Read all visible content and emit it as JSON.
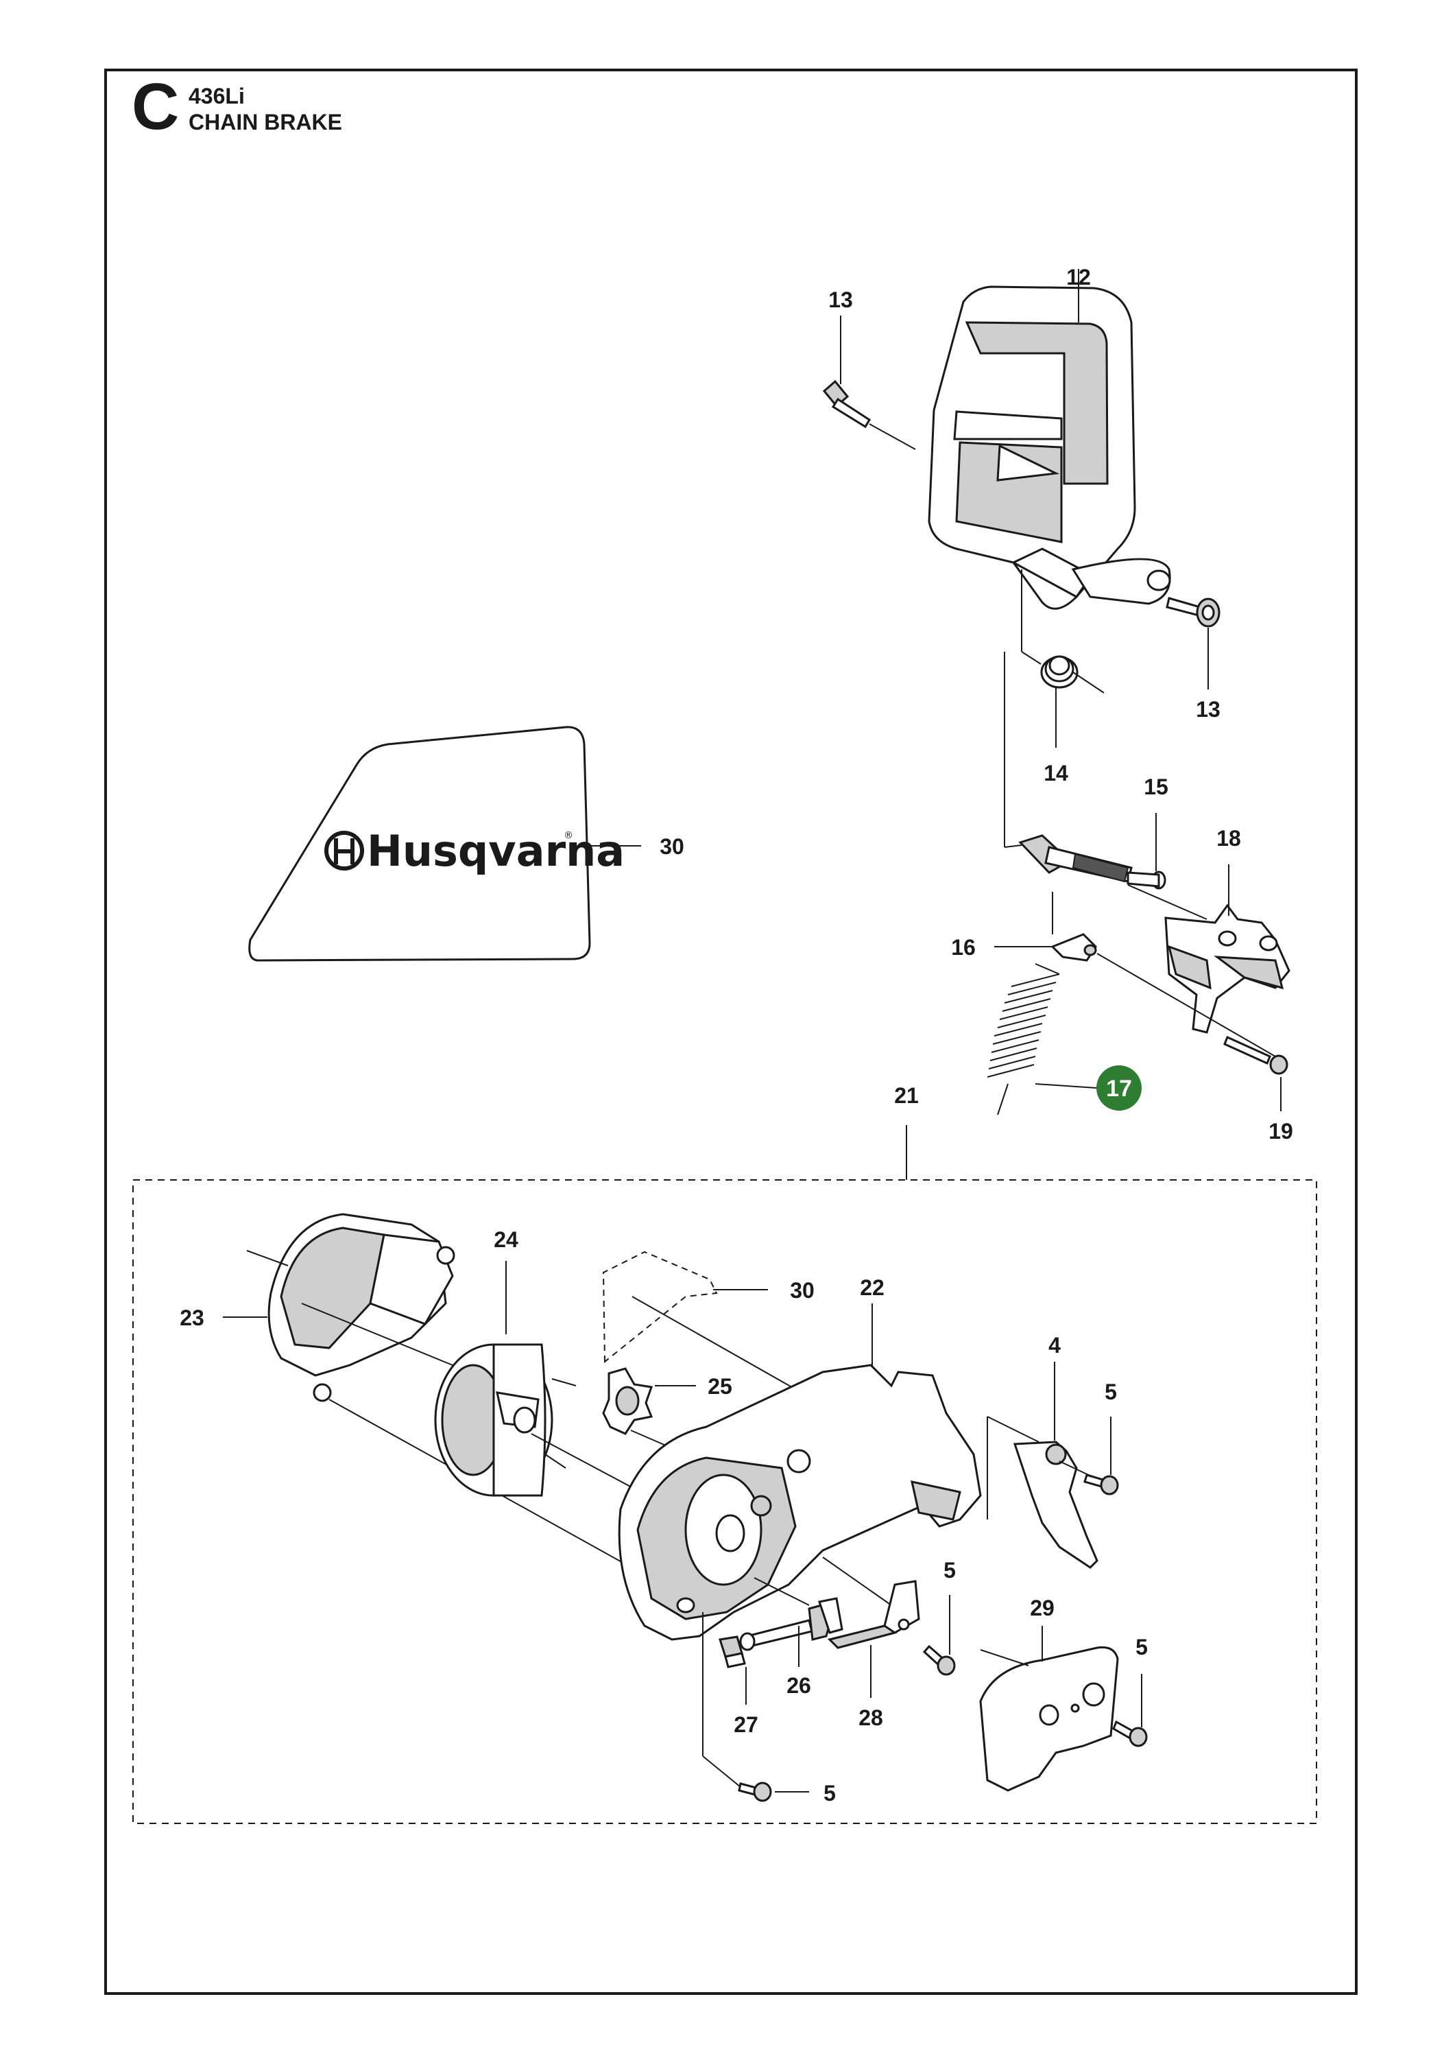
{
  "header": {
    "section_letter": "C",
    "model": "436Li",
    "title": "CHAIN BRAKE"
  },
  "decal": {
    "brand_text": "Husqvarna",
    "registered_mark": "®"
  },
  "callouts": {
    "p12": "12",
    "p13a": "13",
    "p13b": "13",
    "p14": "14",
    "p15": "15",
    "p16": "16",
    "p17": "17",
    "p18": "18",
    "p19": "19",
    "p21": "21",
    "p22": "22",
    "p23": "23",
    "p24": "24",
    "p25": "25",
    "p26": "26",
    "p27": "27",
    "p28": "28",
    "p29": "29",
    "p30a": "30",
    "p30b": "30",
    "p4": "4",
    "p5a": "5",
    "p5b": "5",
    "p5c": "5",
    "p5d": "5"
  },
  "colors": {
    "highlight": "#2e7d32",
    "line": "#1a1a1a"
  }
}
